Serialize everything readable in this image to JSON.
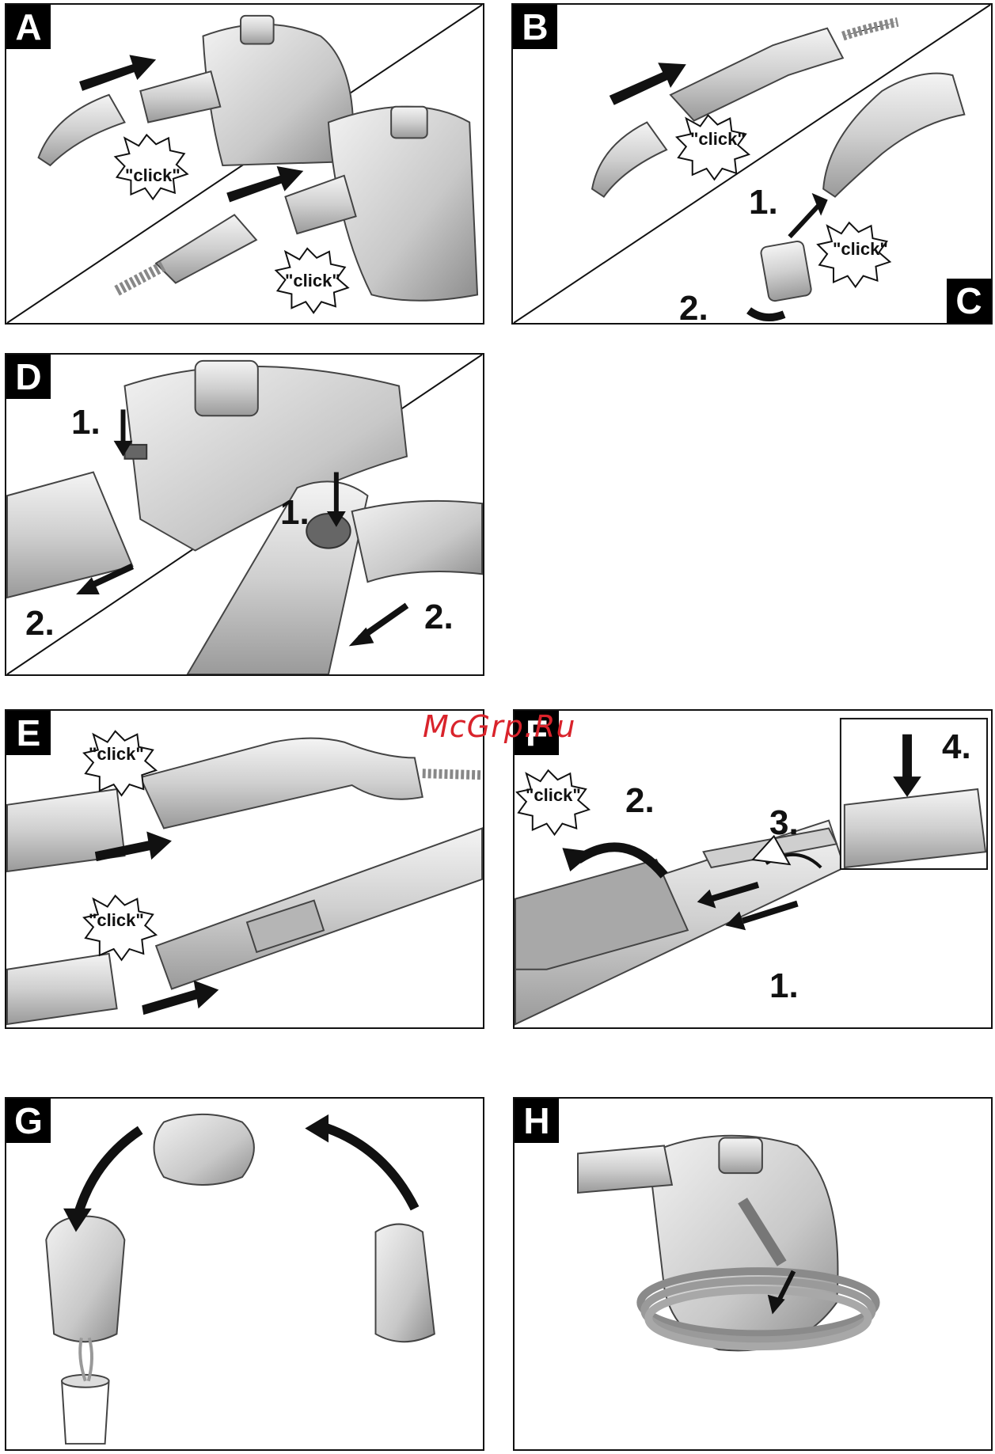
{
  "watermark": "McGrp.Ru",
  "panels": {
    "A": {
      "letter": "A",
      "click1": "\"click\"",
      "click2": "\"click\""
    },
    "B": {
      "letter": "B",
      "click": "\"click\""
    },
    "C": {
      "letter": "C",
      "click": "\"click\"",
      "step1": "1.",
      "step2": "2."
    },
    "D": {
      "letter": "D",
      "step1a": "1.",
      "step2a": "2.",
      "step1b": "1.",
      "step2b": "2."
    },
    "E": {
      "letter": "E",
      "click1": "\"click\"",
      "click2": "\"click\""
    },
    "F": {
      "letter": "F",
      "click": "\"click\"",
      "step1": "1.",
      "step2": "2.",
      "step3": "3.",
      "step4": "4."
    },
    "G": {
      "letter": "G"
    },
    "H": {
      "letter": "H"
    }
  },
  "colors": {
    "ink": "#111111",
    "metal_light": "#e6e6e6",
    "metal_mid": "#bdbdbd",
    "metal_dark": "#8a8a8a",
    "watermark": "#d9232b"
  }
}
